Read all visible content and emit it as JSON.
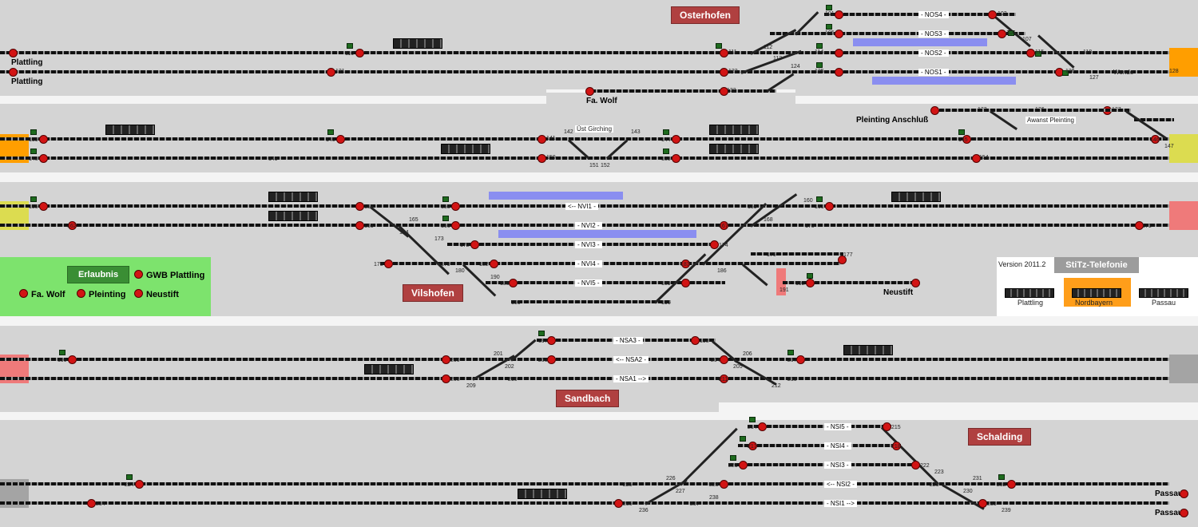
{
  "stations": {
    "osterhofen": "Osterhofen",
    "vilshofen": "Vilshofen",
    "sandbach": "Sandbach",
    "schalding": "Schalding"
  },
  "places": {
    "plattling_1": "Plattling",
    "plattling_2": "Plattling",
    "fa_wolf": "Fa. Wolf",
    "pleinting_anschluss": "Pleinting Anschluß",
    "awanst_pleinting": "Awanst Pleinting",
    "ust_girching": "Üst Girching",
    "wende": "Wende",
    "neustift": "Neustift",
    "passau_1": "Passau",
    "passau_2": "Passau"
  },
  "tracks": {
    "nos4": "- NOS4 -",
    "nos3": "- NOS3 -",
    "nos2": "- NOS2 -",
    "nos1": "- NOS1 -",
    "nvi1": "<-- NVI1 -",
    "nvi2": "- NVI2 -",
    "nvi3": "- NVI3 -",
    "nvi4": "- NVI4 -",
    "nvi5": "- NVI5 -",
    "nsa3": "- NSA3 -",
    "nsa2": "<-- NSA2 -",
    "nsa1": "- NSA1 -->",
    "nsi5": "- NSI5 -",
    "nsi4": "- NSI4 -",
    "nsi3": "- NSI3 -",
    "nsi2": "<-- NSI2 -",
    "nsi1": "- NSI1 -->"
  },
  "numbers": {
    "n101": "101",
    "n102": "102",
    "n105": "105",
    "n106": "106",
    "n107": "107",
    "n110": "110",
    "n111": "111",
    "n112": "112",
    "n113": "113",
    "n114": "114",
    "n115": "115",
    "n118": "118",
    "n121": "121",
    "n122": "122",
    "n124": "124",
    "n125": "125",
    "n126": "126",
    "n127": "127",
    "n128": "128",
    "n132": "132",
    "n133": "133",
    "n136": "136",
    "n137": "137",
    "n139": "139",
    "n140": "140",
    "n141": "141",
    "n142": "142",
    "n143": "143",
    "n144": "144",
    "n145": "145",
    "n146": "146",
    "n147": "147",
    "n148": "148",
    "n149": "149",
    "n150": "150",
    "n151": "151",
    "n152": "152",
    "n153": "153",
    "n154": "154",
    "n155": "155",
    "n156": "156",
    "n158": "158",
    "n159": "159",
    "n160": "160",
    "n161": "161",
    "n162": "162",
    "n163": "163",
    "n164": "164",
    "n165": "165",
    "n166": "166",
    "n167": "167",
    "n168": "168",
    "n170": "170",
    "n171": "171",
    "n172": "172",
    "n173": "173",
    "n174": "174",
    "n176": "176",
    "n177": "177",
    "n178": "178",
    "n179": "179",
    "n180": "180",
    "n182": "182",
    "n183": "183",
    "n186": "186",
    "n188": "188",
    "n189": "189",
    "n190": "190",
    "n191": "191",
    "n192": "192",
    "n195": "195",
    "n196": "196",
    "n197": "197",
    "n198": "198",
    "n199": "199",
    "n200": "200",
    "n201": "201",
    "n202": "202",
    "n203": "203",
    "n204": "204",
    "n205": "205",
    "n206": "206",
    "n207": "207",
    "n208": "208",
    "n209": "209",
    "n210": "210",
    "n211": "211",
    "n212": "212",
    "n213": "213",
    "n214": "214",
    "n215": "215",
    "n217": "217",
    "n218": "218",
    "n221": "221",
    "n222": "222",
    "n223": "223",
    "n224": "224",
    "n225": "225",
    "n226": "226",
    "n227": "227",
    "n228": "228",
    "n229": "229",
    "n230": "230",
    "n231": "231",
    "n232": "232",
    "n233": "233",
    "n234": "234",
    "n235": "235",
    "n236": "236",
    "n237": "237",
    "n238": "238",
    "n239": "239"
  },
  "legend": {
    "title": "Erlaubnis",
    "gwb_plattling": "GWB Plattling",
    "fa_wolf": "Fa. Wolf",
    "pleinting": "Pleinting",
    "neustift": "Neustift"
  },
  "info": {
    "version": "Version 2011.2",
    "telefonie": "StiTz-Telefonie",
    "phone_plattling": "Plattling",
    "phone_nordbayern": "Nordbayern",
    "phone_passau": "Passau"
  },
  "colors": {
    "background": "#d4d4d4",
    "signal_red": "#d21414",
    "signal_green": "#1e6b1e",
    "station_label": "#b04040",
    "occupied_block": "#8a8ef0",
    "permission_panel": "#7de36d",
    "edge_orange": "#ff9e00",
    "edge_yellow": "#dcdc50",
    "edge_red": "#ef7a7a",
    "edge_grey": "#a4a4a4",
    "nordbayern_orange": "#ff9e1a"
  }
}
